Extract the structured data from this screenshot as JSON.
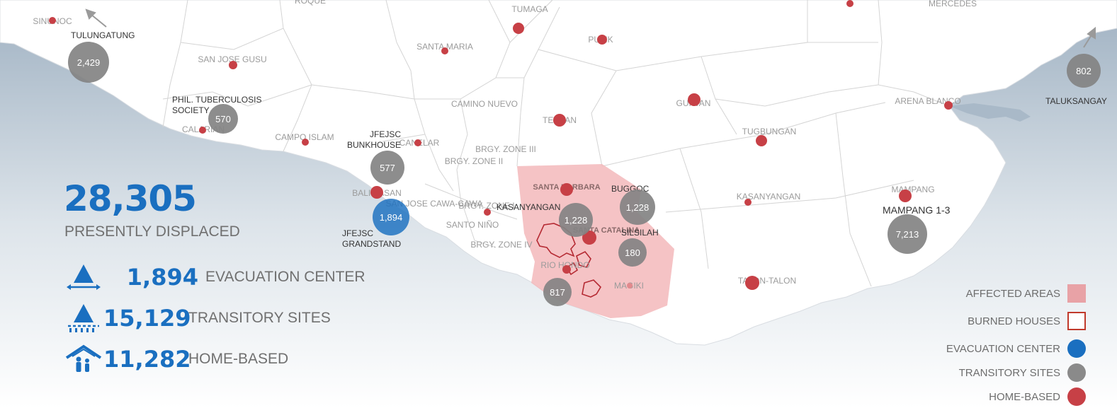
{
  "summary": {
    "total": "28,305",
    "total_label": "PRESENTLY DISPLACED",
    "rows": [
      {
        "value": "1,894",
        "label": "EVACUATION CENTER",
        "icon": "tent-icon"
      },
      {
        "value": "15,129",
        "label": "TRANSITORY SITES",
        "icon": "transitory-tent-icon"
      },
      {
        "value": "11,282",
        "label": "HOME-BASED",
        "icon": "house-family-icon"
      }
    ]
  },
  "legend": [
    {
      "label": "AFFECTED AREAS",
      "color": "#e8a2a6"
    },
    {
      "label": "BURNED HOUSES",
      "color": "#c0392b"
    },
    {
      "label": "EVACUATION CENTER",
      "color": "#1a6fc0"
    },
    {
      "label": "TRANSITORY SITES",
      "color": "#8a8a8a"
    },
    {
      "label": "HOME-BASED",
      "color": "#c74046"
    }
  ],
  "barangays": [
    "ROQUE",
    "TUMAGA",
    "MERCEDES",
    "SINUNOC",
    "SAN JOSE GUSU",
    "SANTA MARIA",
    "PUTIK",
    "CAMINO NUEVO",
    "TETUAN",
    "GUIWAN",
    "ARENA BLANCO",
    "CALARIAN",
    "CAMPO ISLAM",
    "CANELAR",
    "TUGBUNGAN",
    "BRGY. ZONE III",
    "BRGY. ZONE II",
    "BALIWASAN",
    "SAN JOSE CAWA-CAWA",
    "BRGY. ZONE I",
    "SANTO NIÑO",
    "BRGY. ZONE IV",
    "KASANYANGAN",
    "MAMPANG",
    "RIO HONDO",
    "MAGIKI",
    "TALON-TALON",
    "SANTA BARBARA",
    "SANTA CATALINA"
  ],
  "sites": [
    {
      "label": "TULUNGATUNG",
      "count": "2,429",
      "type": "transitory"
    },
    {
      "label": "PHIL. TUBERCULOSIS SOCIETY",
      "count": "570",
      "type": "transitory"
    },
    {
      "label": "JFEJSC BUNKHOUSE",
      "count": "577",
      "type": "transitory"
    },
    {
      "label": "JFEJSC GRANDSTAND",
      "count": "1,894",
      "type": "evacuation"
    },
    {
      "label": "KASANYANGAN",
      "count": "1,228",
      "type": "transitory"
    },
    {
      "label": "BUGGOC",
      "count": "1,228",
      "type": "transitory"
    },
    {
      "label": "SILSILAH",
      "count": "180",
      "type": "transitory"
    },
    {
      "label": "",
      "count": "817",
      "type": "transitory"
    },
    {
      "label": "MAMPANG 1-3",
      "count": "7,213",
      "type": "transitory"
    },
    {
      "label": "TALUKSANGAY",
      "count": "802",
      "type": "transitory"
    }
  ]
}
